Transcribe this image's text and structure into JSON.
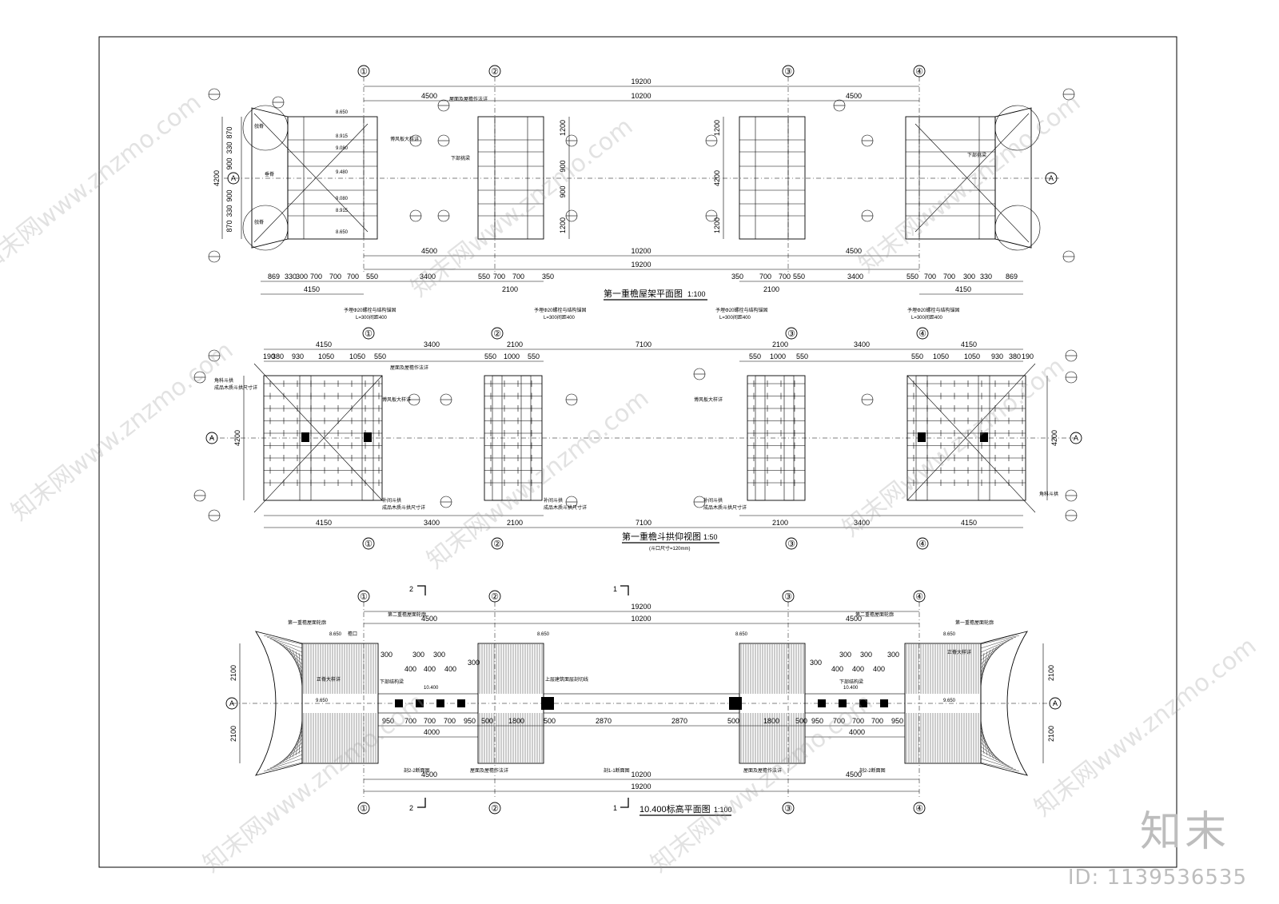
{
  "sheet": {
    "titles": {
      "plan1": "第一重檐屋架平面图",
      "plan1_scale": "1:100",
      "plan2": "第一重檐斗拱仰视图",
      "plan2_scale": "1:50",
      "plan2_note": "(斗口尺寸=120mm)",
      "plan3": "10.400标高平面图",
      "plan3_scale": "1:100"
    },
    "axes": [
      "①",
      "②",
      "③",
      "④"
    ],
    "row_axis": "A",
    "plan1": {
      "total": "19200",
      "center": "10200",
      "bay": "4500",
      "bottom_dims_left": [
        "869",
        "330",
        "300",
        "700",
        "700",
        "700",
        "550",
        "3400",
        "550",
        "700",
        "700",
        "350"
      ],
      "bottom_dims_right": [
        "350",
        "700",
        "700",
        "550",
        "3400",
        "550",
        "700",
        "700",
        "300",
        "330",
        "869"
      ],
      "sub_left": "4150",
      "sub_mid": "2100",
      "vertical_dims": [
        "870",
        "330",
        "900",
        "900",
        "330",
        "870"
      ],
      "vertical_total": "4200",
      "vertical_inner": [
        "1200",
        "900",
        "900",
        "1200"
      ],
      "elevations": [
        "8.650",
        "8.915",
        "9.080",
        "9.480",
        "9.080",
        "8.915",
        "8.650"
      ],
      "notes": [
        "屋面及屋檐作法详",
        "博风板大样详",
        "下部挑梁",
        "戗脊",
        "垂脊"
      ]
    },
    "plan2": {
      "top_dims": [
        "4150",
        "3400",
        "2100",
        "7100",
        "2100",
        "3400",
        "4150"
      ],
      "bay_dims_left": [
        "190",
        "380",
        "930",
        "1050",
        "1050",
        "550"
      ],
      "bay_dims_mid": [
        "550",
        "1000",
        "550"
      ],
      "bay_dims_right": [
        "550",
        "1050",
        "1050",
        "930",
        "380",
        "190"
      ],
      "vertical_total": "4200",
      "rebar_note": "予埋Φ20螺栓与结构锚固",
      "rebar_len": "L=300间距400",
      "notes": [
        "补间斗拱",
        "成品木质斗拱尺寸详",
        "博风板大样详",
        "角科斗拱"
      ]
    },
    "plan3": {
      "total": "19200",
      "center": "10200",
      "bay": "4500",
      "elev_eave": "8.650",
      "elev_eave_note": "檐口",
      "elev_ridge": "9.650",
      "elev_floor": "10.400",
      "dims_top": [
        "300",
        "300",
        "300",
        "400",
        "400",
        "400",
        "300"
      ],
      "dims_bottom": [
        "950",
        "700",
        "700",
        "700",
        "950",
        "500",
        "1800",
        "500",
        "2870",
        "2870",
        "500",
        "1800",
        "500",
        "950",
        "700",
        "700",
        "700",
        "950"
      ],
      "sub_4000": "4000",
      "vertical": [
        "2100",
        "2100"
      ],
      "cut_marks": [
        "1",
        "2"
      ],
      "section_notes": [
        "剖1-1断面图",
        "剖2-2断面图"
      ],
      "notes": [
        "第一重檐屋面轮廓",
        "第二重檐屋面轮廓",
        "正脊大样详",
        "下部结构梁",
        "上层建筑面层剖切线",
        "屋面及屋檐作法详"
      ]
    },
    "watermark_text": "知末网www.znzmo.com",
    "brand": "知末",
    "image_id": "ID: 1139536535"
  }
}
